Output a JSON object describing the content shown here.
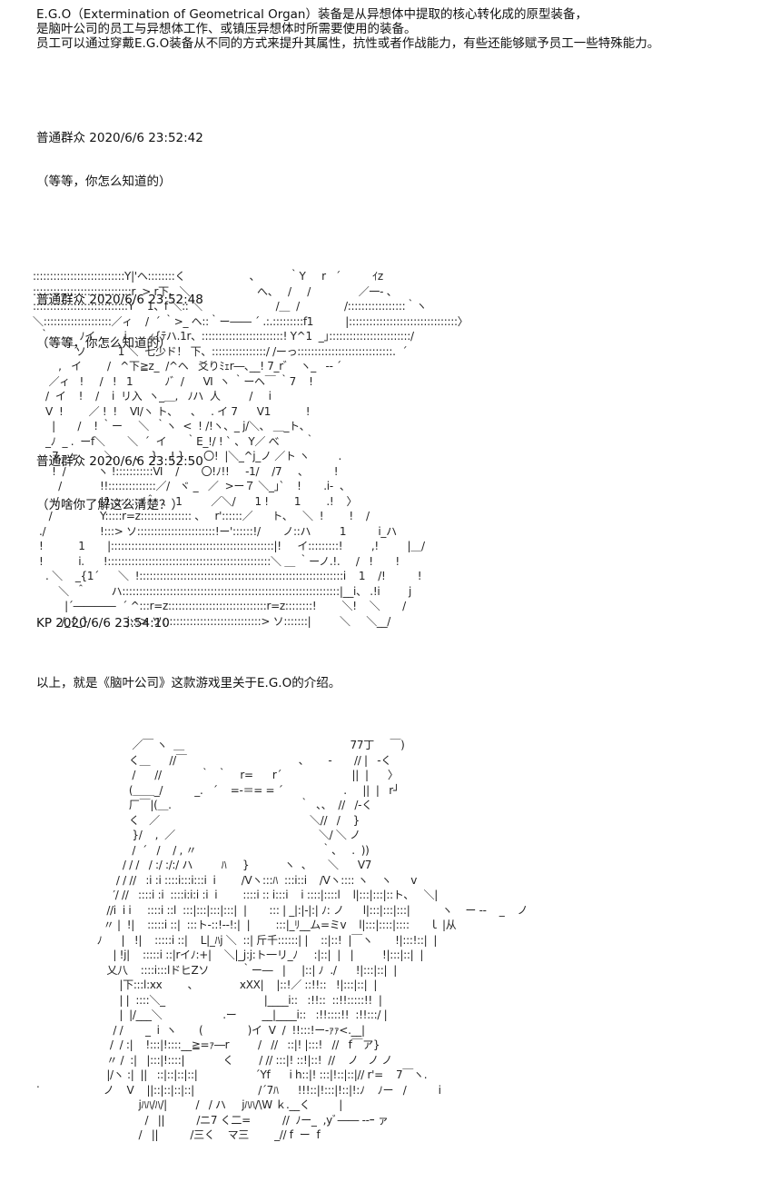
{
  "intro": {
    "line1": "E.G.O（Extermination of Geometrical Organ）装备是从异想体中提取的核心转化成的原型装备，",
    "line2": "是脑叶公司的员工与异想体工作、或镇压异想体时所需要使用的装备。",
    "line3": "员工可以通过穿戴E.G.O装备从不同的方式来提升其属性，抗性或者作战能力，有些还能够赋予员工一些特殊能力。"
  },
  "messages": [
    {
      "head": "普通群众 2020/6/6 23:52:42",
      "body": "（等等，你怎么知道的）"
    },
    {
      "head": "普通群众 2020/6/6 23:52:48",
      "body": "（等等，你怎么知道的）"
    },
    {
      "head": "普通群众 2020/6/6 23:52:50",
      "body": "（为啥你了解这么清楚？）"
    },
    {
      "head": "KP 2020/6/6 23:54:10",
      "body": ""
    }
  ],
  "ascii_art_1": ":::::::::::::::::::::::::::Y|'ヘ::::::::く                    、         ｀Y     r   ´          ｲz\n:::::::::::::::::::::::::::::r  > r下、＼                     へ、   /     /               ／一- 、\n::::::::::::::::::::::::::::Y    1、f ＼:: ＼                       /＿  /              /:::::::::::::::::｀ヽ\n＼::::::::::::::::::::／ィ    /  ´ ｀>_ ヘ::｀ー―― ´ .:.:::::::::f1          |::::::::::::::::::::::::::::::::〉\n  ｀      、ﾉイ         i.      ｨ{ﾃハ.1r、::::::::::::::::::::::::! Y^1  _｣::::::::::::::::::::::::/\n          ￣ソ          1 ＼  七少ド！ 下、::::::::::::::::/ /ーっ::::::::::::::::::::::::::::.  ´\n        ,   イ        /   ^下≧z_  /^ヘ   爻りﾐｪr―､__! 7_r゛  ヽ_   -- ´\n     ／ィ   !     /   !   1          ﾉ゛/      Ⅵ  ヽ ｀ーヘ￣ ｀7    !\n    /  イ    !    /    i  リ入  ヽ_＿,   ﾉハ  人         /     i\n    V  !        ／ !  !    Ⅵ/ヽ ト、    、   . イ 7      V1           !\n      |       /    ! ｀ー     ＼  ｀ヽ  <  ! /!ヽ、_ j/＼、 ＿_ト、\n    _ﾉ  _ .  ーf＼       ＼  ´  イ      ｀E_!/ ! ` 、 Y／ べ        ｀\n      7,  ヶ        ＼      、  }    ! }      〇!  |＼_^j_ノ ／ト ヽ         .\n      !  /          ヽ !:::::::::::Ⅵ    /       〇!ﾉ!!     -1/    /7     、        !\n        /            !!::::::::::::::／/   ヾ _   ／  >ー７ ＼_｣`    !       .i-  、\n      ./             !1:::::::::/＾  、 1         ／＼/      1 !        1        .!    〉\n     /               Y:::::r=z::::::::::::::: 、   r'::::::／      ト、   ＼  !        !    /\n  ./                 !:::> ソ:::::::::::::::::::::::!ー'::::::!/       ノ::ハ         1          i_ハ\n  !           1       |::::::::::::::::::::::::::::::::::::::::::::::::|!     イ:::::::::!         ,!         |＿/\n  !           i.      !::::::::::::::::::::::::::::::::::::::::::::::::＼ ＿ ｀ーノ.!.     /   !       !\n    . ＼    _{1´      ＼  !::::::::::::::::::::::::::::::::::::::::::::::::::::::::::::i    1    /!          !\n        ＼  ＾        ハ::::::::::::::::::::::::::::::::::::::::::::::::::::::::::::::::|__i、 .!i         j\n          |´――――  ´ ^:::r=z:::::::::::::::::::::::::::::r=z::::::::!        ＼!    ＼       /\n         /_{_}            j:::> ソ:::::::::::::::::::::::::::::> ソ:::::::|         ＼     ＼__/",
  "outro": "以上，就是《脑叶公司》这款游戏里关于E.G.O的介绍。",
  "ascii_art_2": "                              ／￣ ヽ  ＿                                                    77丁     ￣)\n                             く＿      //￣                                   、      -       // |   -く\n                              /      //            ｀  ｀    r=      r´                      ||  |      〉\n                             (＿＿_/          _.   ´    =-＝= = ´                   .     ||  |   r┘\n                             厂￣|(＿.                                        ｀  、、  //   /-く\n                             く   ／                                               ＼//   /    }\n                              }/    ,  ／                                             ＼/ ＼ ノ\n                              /  ´   /    / , 〃                                       ｀、   .  ))\n                           / / /   / :/ :/:/ ハ         ﾊ     }           ヽ  、     ＼      V7\n                         / / //   :i :i ::::i:::i:::i  i        /Vヽ:::ﾊ  :::i::i    /Vヽ:::: ヽ    ヽ      v\n                        ′/ //   ::::i :i  ::::i:i:i :i  i        ::::i :: i:::i    i ::::|::::l    l|:::|:::|::ト、   ＼|\n                      //i  i i     ::::i ::l  :::|:::|:::|:::|  |       ::: | _|:|-|:| ﾉ: ノ      l|:::|:::|:::|          ヽ    ー --    _    ノ\n                     〃 |  !|    :::::i ::|  :::ト-::!--!:|  |        :::|_ﾘ__ム=ミv    l|:::|::::|::::      ｌ |从\n                   ﾉ      |   !|    :::::i ::|    L|_ﾊj ＼  ::| 斤千::::::| |    ::|::!  |￣ヽ       !|:::!::|  |\n                        | !j|    :::::i ::|rイﾉ:+|    ＼|_j:j:ト一リ_ﾉ     :|::|  |   |         !|:::|::|  |\n                      乂八    ::::i:::lドヒZソ          ｀ー―   |     |::| ﾉ  ./      !|:::|::|  |\n                          |下:::l:xx        、             xXX|    |::!／ ::!!::   !|:::|::|  |\n                          | |  ::::＼_                               |____i::   :!!::  ::!!:::::!!  |\n                          |  |/___＼                   .ー        __|____i::   :!!::::!!  :!!:::/ |\n                        / /       _  i  ヽ       (              )イ  V  /  !!:::!ー-ｧｧ<.__|\n                       /  / :|    !:::|!::::__≧=ｧ―r         /   //   ::|! |:::!   //   f￣ア}\n                      〃 /  :|   |:::|!::::|            く        / // :::|! ::!|::!  //    ノ   ノ ノ\n                      |/ヽ :|  ||   ::|::|::|::|                  ´Yf      i h::|! :::|!::|::|// r'=    7￣ヽ.\n                     ノ    V    ||::|::|::|::|                    /´7ﾊ      !!!::|!:::|!::|!:ﾉ    ﾉー   /          i\n                                jﾊﾊ/ﾊ/|         /   / ハ     jﾊﾊ/\\W ｋ.__く         |\n                                  /   ||          /ニ7 く二=          //  ﾉー_  ,yﾞ―― --ｰ ァ\n                                /   ||          /三く    マ三        _// f  ー  f"
}
